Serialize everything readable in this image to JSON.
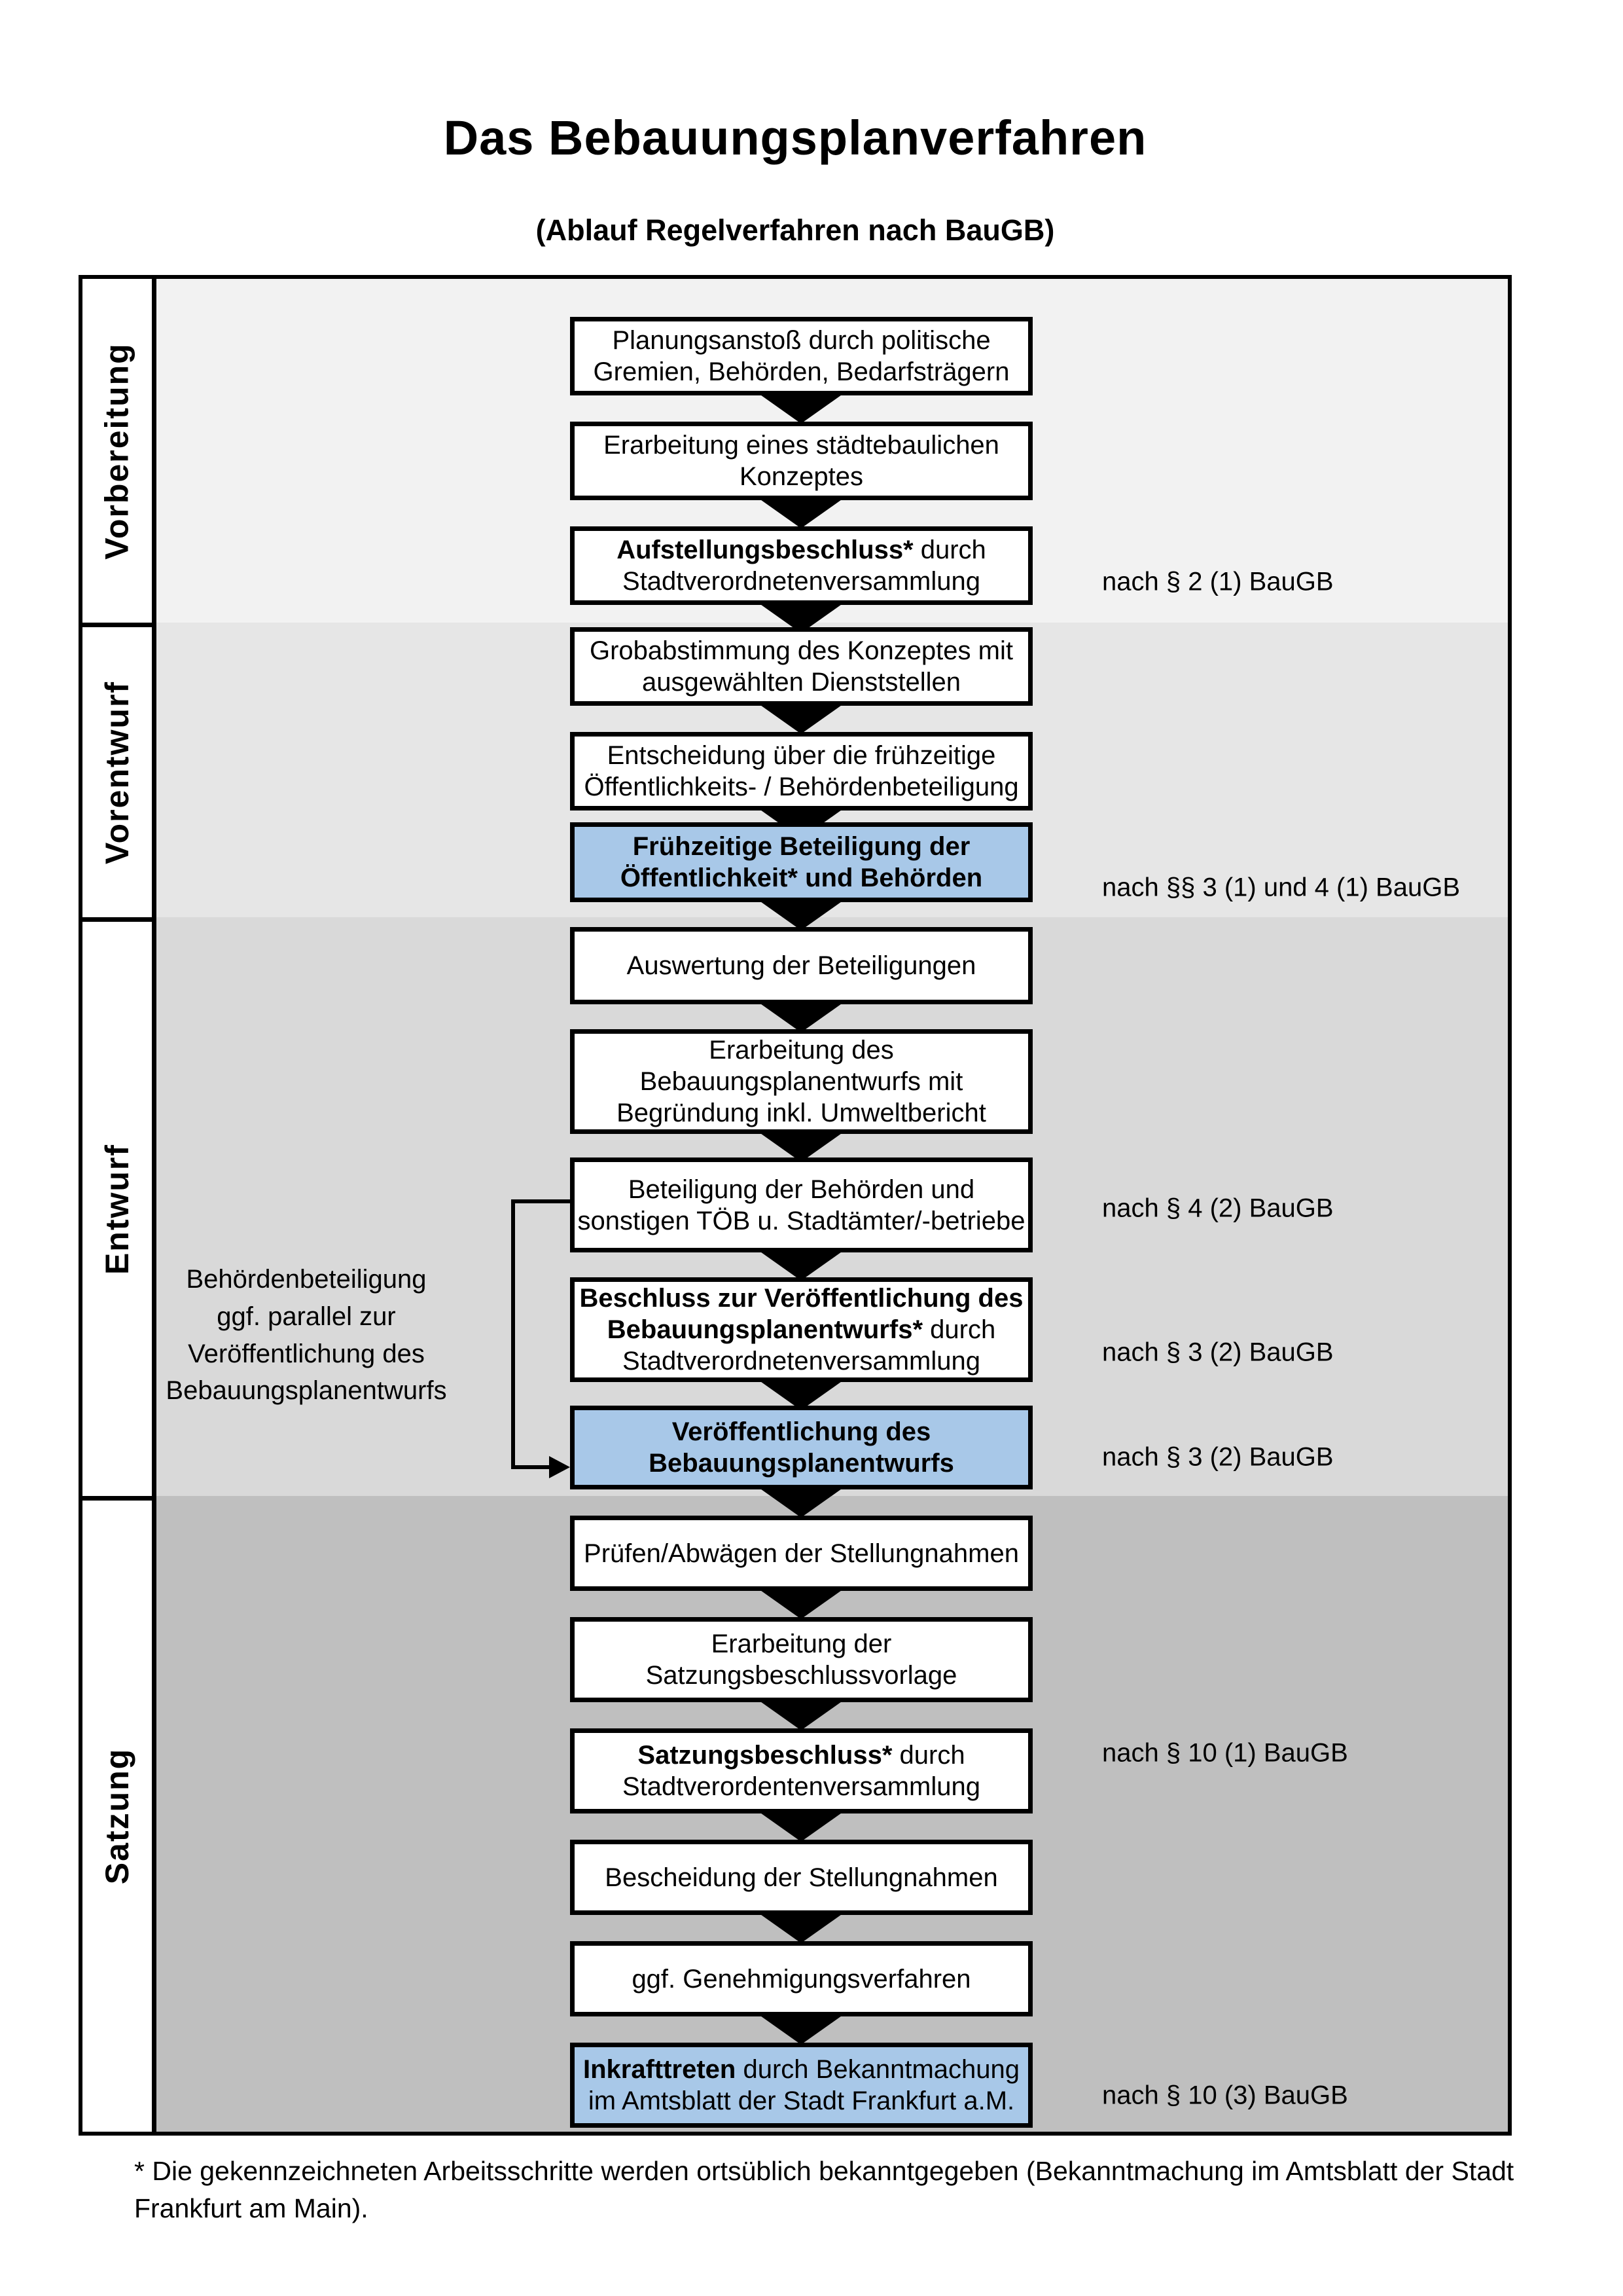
{
  "header": {
    "title": "Das Bebauungsplanverfahren",
    "subtitle": "(Ablauf Regelverfahren nach BauGB)"
  },
  "colors": {
    "band_vorbereitung": "#F2F2F2",
    "band_vorentwurf": "#E6E6E6",
    "band_entwurf": "#D9D9D9",
    "band_satzung": "#BFBFBF",
    "highlight_blue": "#A8C8E8"
  },
  "phases": [
    {
      "label": "Vorbereitung"
    },
    {
      "label": "Vorentwurf"
    },
    {
      "label": "Entwurf"
    },
    {
      "label": "Satzung"
    }
  ],
  "steps": [
    {
      "name": "planungsanstoss",
      "highlighted": false,
      "lines": [
        [
          {
            "t": "Planungsanstoß durch politische"
          }
        ],
        [
          {
            "t": "Gremien, Behörden, Bedarfsträgern"
          }
        ]
      ]
    },
    {
      "name": "staedtebauliches-konzept",
      "highlighted": false,
      "lines": [
        [
          {
            "t": "Erarbeitung eines städtebaulichen"
          }
        ],
        [
          {
            "t": "Konzeptes"
          }
        ]
      ]
    },
    {
      "name": "aufstellungsbeschluss",
      "highlighted": false,
      "lines": [
        [
          {
            "t": "Aufstellungsbeschluss*",
            "b": true
          },
          {
            "t": " durch"
          }
        ],
        [
          {
            "t": "Stadtverordnetenversammlung"
          }
        ]
      ]
    },
    {
      "name": "grobabstimmung",
      "highlighted": false,
      "lines": [
        [
          {
            "t": "Grobabstimmung des Konzeptes mit"
          }
        ],
        [
          {
            "t": "ausgewählten Dienststellen"
          }
        ]
      ]
    },
    {
      "name": "entscheidung-fruehzeitige-beteiligung",
      "highlighted": false,
      "lines": [
        [
          {
            "t": "Entscheidung über die frühzeitige"
          }
        ],
        [
          {
            "t": "Öffentlichkeits- / Behördenbeteiligung"
          }
        ]
      ]
    },
    {
      "name": "fruehzeitige-beteiligung",
      "highlighted": true,
      "lines": [
        [
          {
            "t": "Frühzeitige Beteiligung der",
            "b": true
          }
        ],
        [
          {
            "t": "Öffentlichkeit* und Behörden",
            "b": true
          }
        ]
      ]
    },
    {
      "name": "auswertung-beteiligungen",
      "highlighted": false,
      "lines": [
        [
          {
            "t": "Auswertung der Beteiligungen"
          }
        ]
      ]
    },
    {
      "name": "erarbeitung-bebauungsplanentwurf",
      "highlighted": false,
      "lines": [
        [
          {
            "t": "Erarbeitung des"
          }
        ],
        [
          {
            "t": "Bebauungsplanentwurfs mit"
          }
        ],
        [
          {
            "t": "Begründung inkl. Umweltbericht"
          }
        ]
      ]
    },
    {
      "name": "beteiligung-behoerden-toeb",
      "highlighted": false,
      "lines": [
        [
          {
            "t": "Beteiligung der Behörden und"
          }
        ],
        [
          {
            "t": "sonstigen TÖB u. Stadtämter/-betriebe"
          }
        ]
      ]
    },
    {
      "name": "beschluss-veroeffentlichung",
      "highlighted": false,
      "lines": [
        [
          {
            "t": "Beschluss zur Veröffentlichung des",
            "b": true
          }
        ],
        [
          {
            "t": "Bebauungsplanentwurfs*",
            "b": true
          },
          {
            "t": " durch"
          }
        ],
        [
          {
            "t": "Stadtverordnetenversammlung"
          }
        ]
      ]
    },
    {
      "name": "veroeffentlichung-bebauungsplanentwurf",
      "highlighted": true,
      "lines": [
        [
          {
            "t": "Veröffentlichung des",
            "b": true
          }
        ],
        [
          {
            "t": "Bebauungsplanentwurfs",
            "b": true
          }
        ]
      ]
    },
    {
      "name": "pruefen-abwaegen-stellungnahmen",
      "highlighted": false,
      "lines": [
        [
          {
            "t": "Prüfen/Abwägen der Stellungnahmen"
          }
        ]
      ]
    },
    {
      "name": "erarbeitung-satzungsbeschlussvorlage",
      "highlighted": false,
      "lines": [
        [
          {
            "t": "Erarbeitung der"
          }
        ],
        [
          {
            "t": "Satzungsbeschlussvorlage"
          }
        ]
      ]
    },
    {
      "name": "satzungsbeschluss",
      "highlighted": false,
      "lines": [
        [
          {
            "t": "Satzungsbeschluss*",
            "b": true
          },
          {
            "t": " durch"
          }
        ],
        [
          {
            "t": "Stadtverordentenversammlung"
          }
        ]
      ]
    },
    {
      "name": "bescheidung-stellungnahmen",
      "highlighted": false,
      "lines": [
        [
          {
            "t": "Bescheidung der Stellungnahmen"
          }
        ]
      ]
    },
    {
      "name": "genehmigungsverfahren",
      "highlighted": false,
      "lines": [
        [
          {
            "t": "ggf. Genehmigungsverfahren"
          }
        ]
      ]
    },
    {
      "name": "inkrafttreten",
      "highlighted": true,
      "lines": [
        [
          {
            "t": "Inkrafttreten",
            "b": true
          },
          {
            "t": " durch Bekanntmachung"
          }
        ],
        [
          {
            "t": "im Amtsblatt der Stadt Frankfurt a.M."
          }
        ]
      ]
    }
  ],
  "references": [
    {
      "text": "nach § 2 (1) BauGB"
    },
    {
      "text": "nach §§ 3 (1) und 4 (1) BauGB"
    },
    {
      "text": "nach § 4 (2) BauGB"
    },
    {
      "text": "nach § 3 (2) BauGB"
    },
    {
      "text": "nach § 3 (2) BauGB"
    },
    {
      "text": "nach § 10 (1) BauGB"
    },
    {
      "text": "nach § 10 (3) BauGB"
    }
  ],
  "annotation": {
    "lines": [
      "Behördenbeteiligung",
      "ggf. parallel zur",
      "Veröffentlichung des",
      "Bebauungsplanentwurfs"
    ]
  },
  "footnote": {
    "line1": "* Die gekennzeichneten Arbeitsschritte werden ortsüblich bekanntgegeben (Bekanntmachung im Amtsblatt der Stadt",
    "line2": "Frankfurt am Main)."
  }
}
